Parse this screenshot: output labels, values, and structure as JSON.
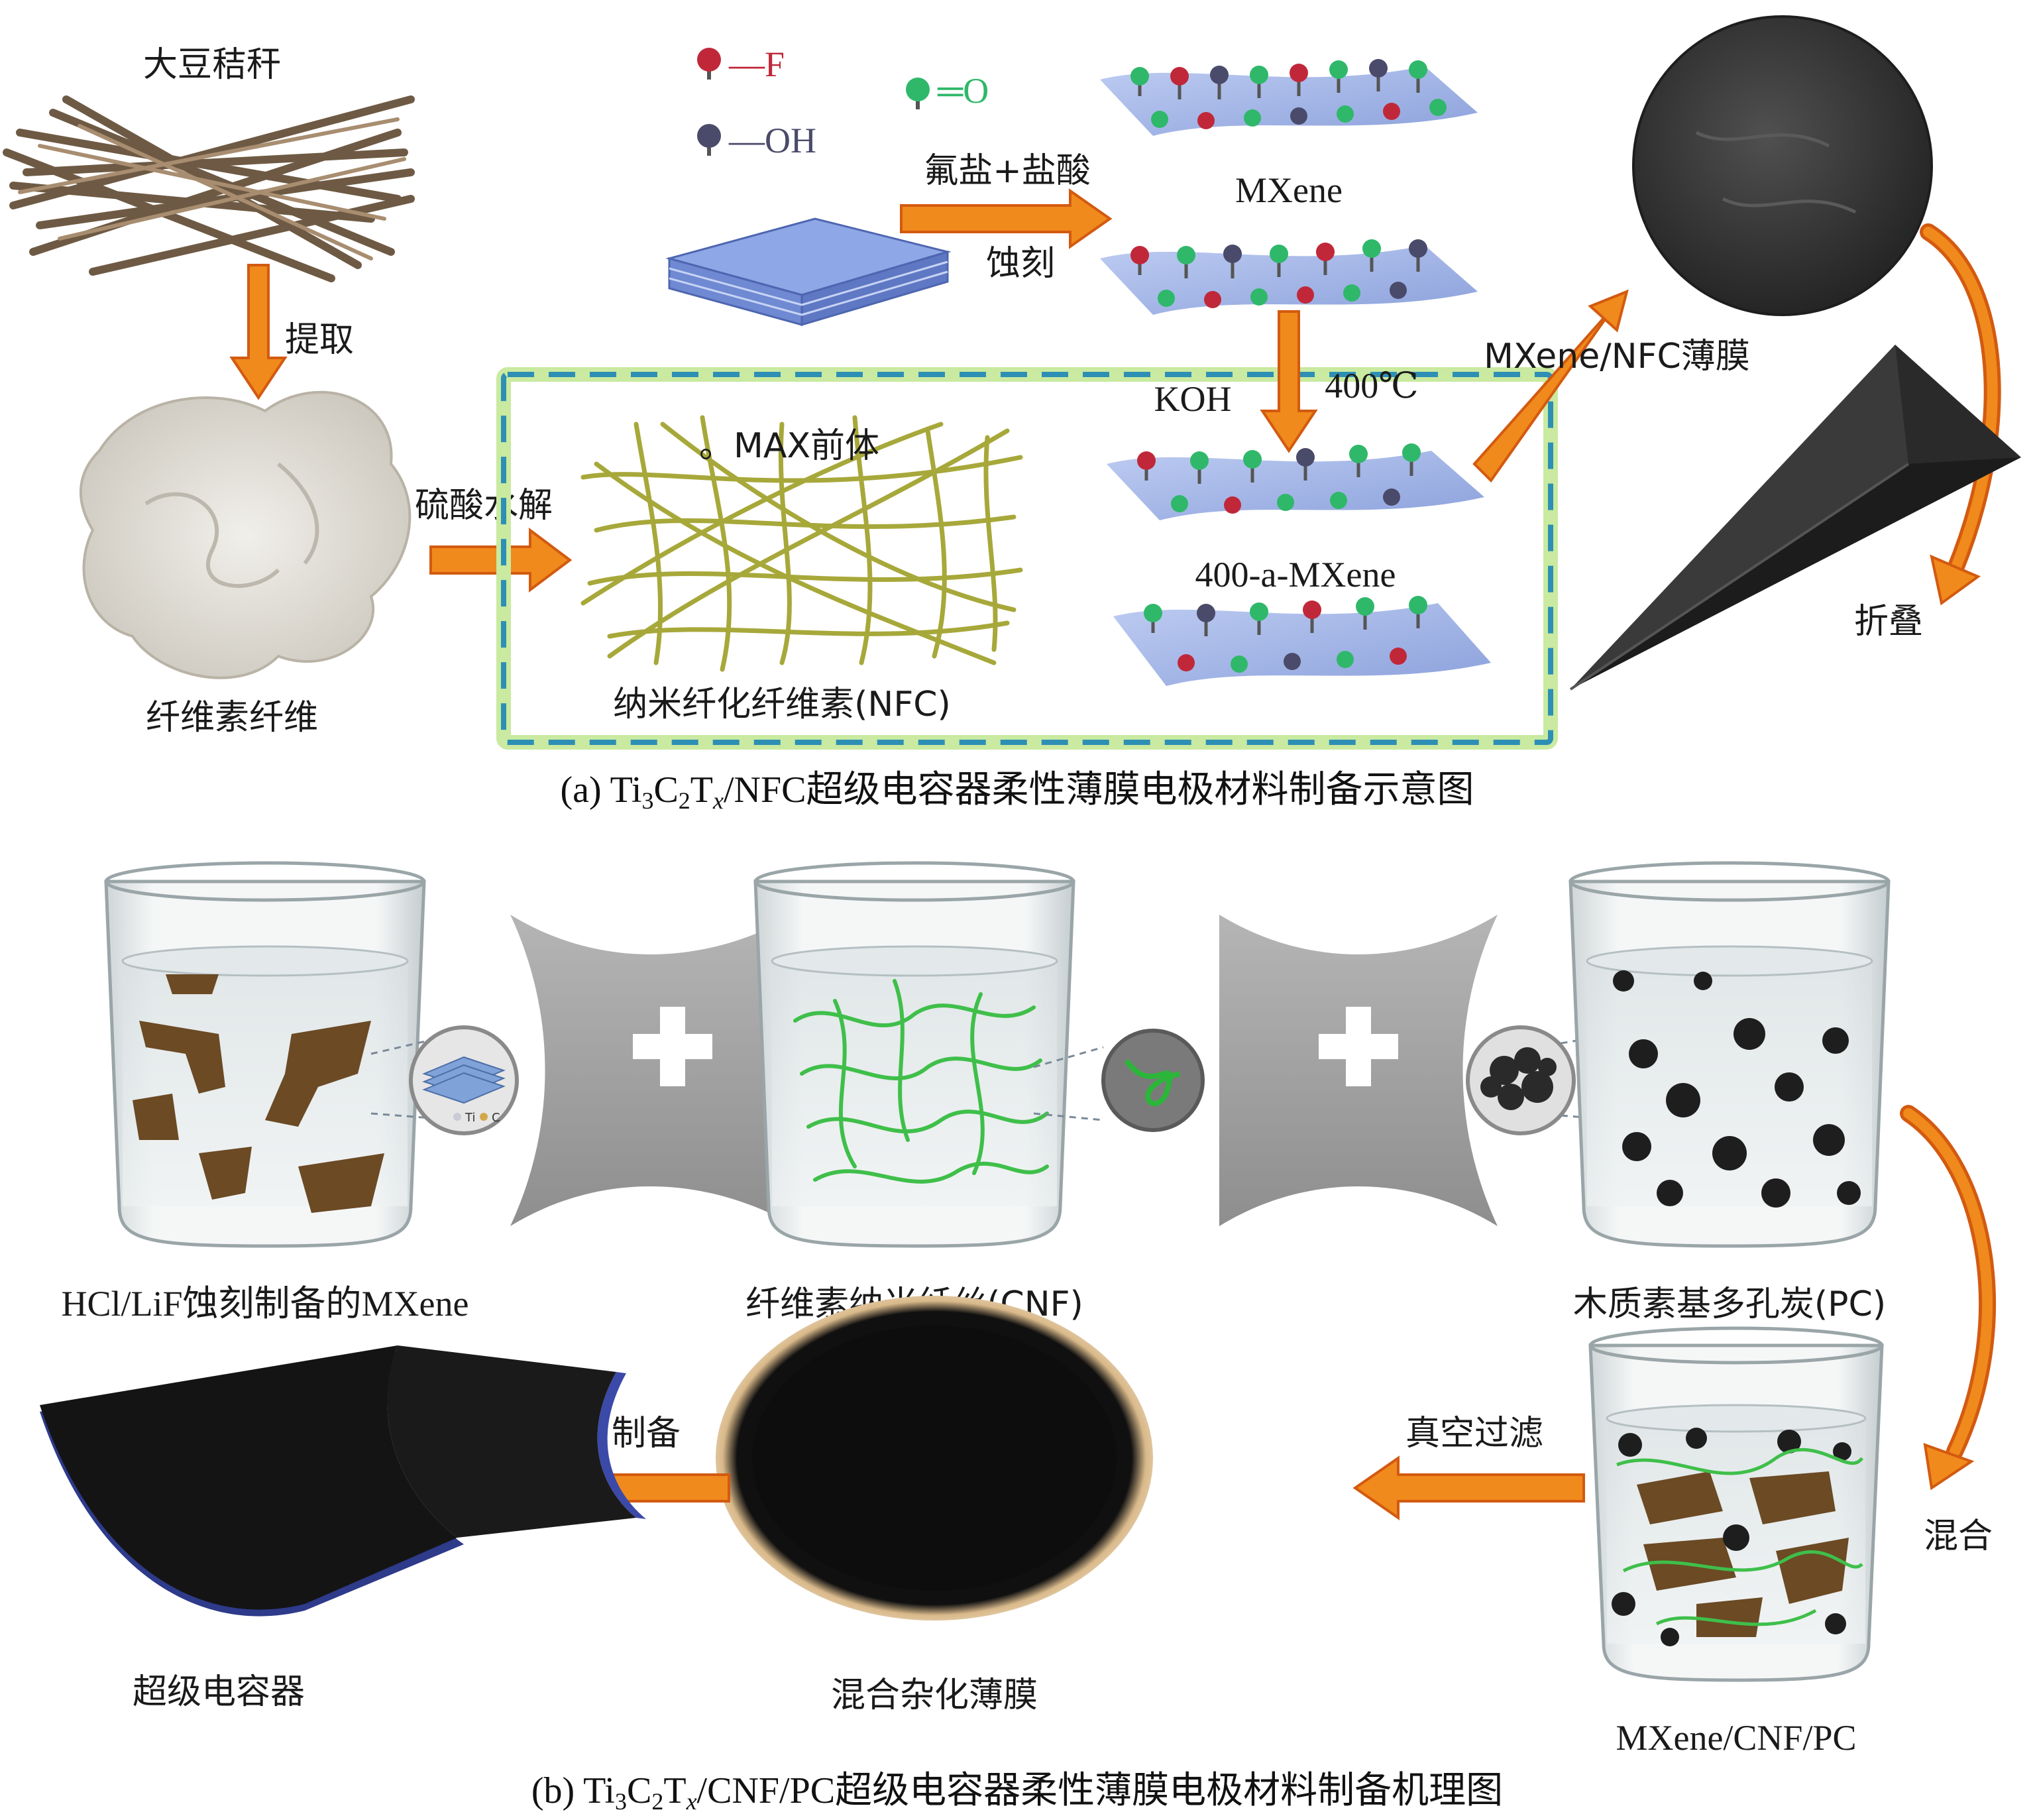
{
  "panel_a": {
    "labels": {
      "soy_straw": "大豆秸秆",
      "extract": "提取",
      "cellulose_fiber": "纤维素纤维",
      "acid_hydrolysis": "硫酸水解",
      "nfc": "纳米纤化纤维素(NFC)",
      "max_precursor": "。MAX前体",
      "fluoride_hcl": "氟盐+盐酸",
      "etch": "蚀刻",
      "mxene": "MXene",
      "koh": "KOH",
      "temp": "400℃",
      "a_mxene": "400-a-MXene",
      "film": "MXene/NFC薄膜",
      "fold": "折叠"
    },
    "legend": [
      {
        "symbol": "—F",
        "color": "#c0283a"
      },
      {
        "symbol": "—OH",
        "color": "#4a4a6a"
      },
      {
        "symbol": "═O",
        "color": "#2fb86a"
      }
    ],
    "caption": {
      "prefix": "(a) Ti",
      "sub1": "3",
      "c": "C",
      "sub2": "2",
      "t": "T",
      "subx": "x",
      "rest": "/NFC超级电容器柔性薄膜电极材料制备示意图"
    }
  },
  "panel_b": {
    "labels": {
      "mxene_hcl": "HCl/LiF蚀刻制备的MXene",
      "cnf": "纤维素纳米纤丝(CNF)",
      "pc": "木质素基多孔炭(PC)",
      "mix": "混合",
      "mixture": "MXene/CNF/PC",
      "vacuum": "真空过滤",
      "hybrid_film": "混合杂化薄膜",
      "prepare": "制备",
      "supercap": "超级电容器",
      "ti": "Ti",
      "c_atom": "C"
    },
    "caption": {
      "prefix": "(b) Ti",
      "sub1": "3",
      "c": "C",
      "sub2": "2",
      "t": "T",
      "subx": "x",
      "rest": "/CNF/PC超级电容器柔性薄膜电极材料制备机理图"
    }
  },
  "colors": {
    "arrow_fill": "#f08a1c",
    "arrow_stroke": "#d35a10",
    "mxene_sheet": "#9fb4e8",
    "dashed_box": "#2e8fb5",
    "green_glow": "#b7e07a",
    "brown_flake": "#6b4a24",
    "fiber_green": "#3fbf4a",
    "nfc_fiber": "#a7a83a",
    "film_dark": "#2c2c2c"
  }
}
